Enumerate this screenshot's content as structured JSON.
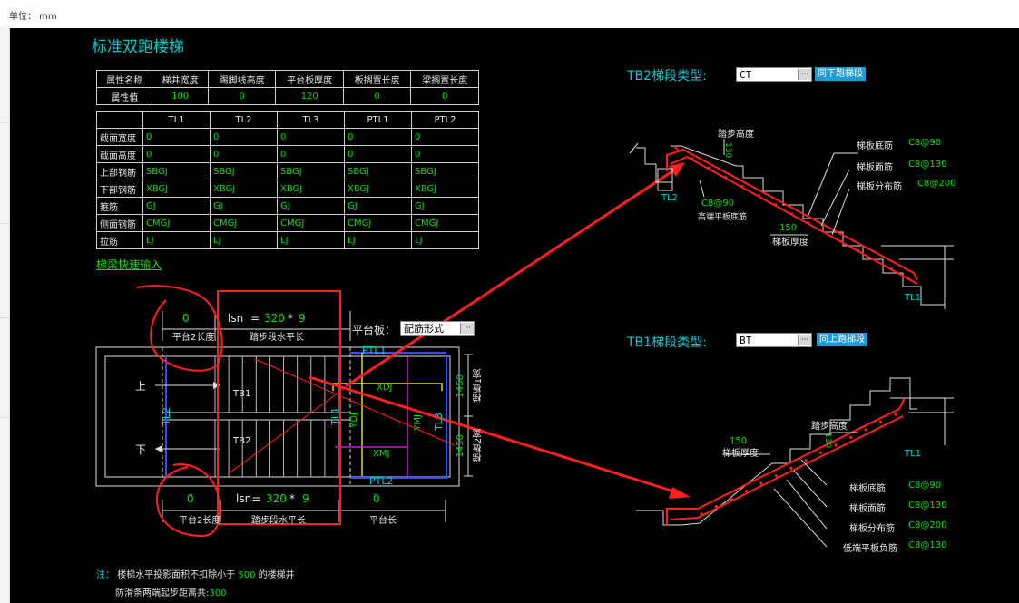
{
  "unit_label": "单位： mm",
  "title": "标准双跑楼梯",
  "attr_table": {
    "headers": [
      "属性名称",
      "梯井宽度",
      "踢脚线高度",
      "平台板厚度",
      "板搁置长度",
      "梁搁置长度"
    ],
    "row_label": "属性值",
    "values": [
      "100",
      "0",
      "120",
      "0",
      "0"
    ]
  },
  "beam_table": {
    "headers": [
      "",
      "TL1",
      "TL2",
      "TL3",
      "PTL1",
      "PTL2"
    ],
    "rows": [
      {
        "label": "截面宽度",
        "cells": [
          "0",
          "0",
          "0",
          "0",
          "0"
        ]
      },
      {
        "label": "截面高度",
        "cells": [
          "0",
          "0",
          "0",
          "0",
          "0"
        ]
      },
      {
        "label": "上部钢筋",
        "cells": [
          "SBGJ",
          "SBGJ",
          "SBGJ",
          "SBGJ",
          "SBGJ"
        ]
      },
      {
        "label": "下部钢筋",
        "cells": [
          "XBGJ",
          "XBGJ",
          "XBGJ",
          "XBGJ",
          "XBGJ"
        ]
      },
      {
        "label": "箍筋",
        "cells": [
          "GJ",
          "GJ",
          "GJ",
          "GJ",
          "GJ"
        ]
      },
      {
        "label": "侧面钢筋",
        "cells": [
          "CMGJ",
          "CMGJ",
          "CMGJ",
          "CMGJ",
          "CMGJ"
        ]
      },
      {
        "label": "拉筋",
        "cells": [
          "LJ",
          "LJ",
          "LJ",
          "LJ",
          "LJ"
        ]
      }
    ]
  },
  "quick_input_link": "梯梁快速输入",
  "plan": {
    "platform2_len_top": "0",
    "platform2_len_top_label": "平台2长度",
    "lsn_top_prefix": "lsn",
    "lsn_top_eq": "=",
    "lsn_top_value": "320",
    "lsn_top_mul": "*",
    "lsn_top_count": "9",
    "step_len_top_label": "踏步段水平长",
    "platform_plate_label": "平台板：",
    "platform_plate_value": "配筋形式",
    "up_label": "上",
    "down_label": "下",
    "tb1": "TB1",
    "tb2": "TB2",
    "tl1": "TL1",
    "tl2": "TL2",
    "tl3": "TL3",
    "ptl1": "PTL1",
    "ptl2": "PTL2",
    "xdj": "XDJ",
    "ydj": "YDJ",
    "xmj": "XMJ",
    "ymj": "YMJ",
    "w1_value": "1450",
    "w1_label": "梯板1宽",
    "w2_value": "1450",
    "w2_label": "梯板2宽",
    "platform2_len_bot": "0",
    "platform2_len_bot_label": "平台2长度",
    "lsn_bot_prefix": "lsn=",
    "lsn_bot_value": "320",
    "lsn_bot_mul": "*",
    "lsn_bot_count": "9",
    "step_len_bot_label": "踏步段水平长",
    "platform_len_value": "0",
    "platform_len_label": "平台长"
  },
  "tb2": {
    "label": "TB2梯段类型:",
    "value": "CT",
    "link_button": "同下跑梯段",
    "step_height": "踏步高度",
    "step_height_value": "130",
    "bottom_rebar_label": "梯板底筋",
    "bottom_rebar_value": "C8@90",
    "top_rebar_label": "梯板面筋",
    "top_rebar_value": "C8@130",
    "dist_rebar_label": "梯板分布筋",
    "dist_rebar_value": "C8@200",
    "high_plate_value": "C8@90",
    "high_plate_label": "高端平板底筋",
    "thickness_value": "150",
    "thickness_label": "梯板厚度",
    "tl2": "TL2",
    "tl1": "TL1"
  },
  "tb1": {
    "label": "TB1梯段类型:",
    "value": "BT",
    "link_button": "同上跑梯段",
    "step_height": "踏步高度",
    "step_height_value": "130",
    "thickness_value": "150",
    "thickness_label": "梯板厚度",
    "tl1": "TL1",
    "bottom_rebar_label": "梯板底筋",
    "bottom_rebar_value": "C8@90",
    "top_rebar_label": "梯板面筋",
    "top_rebar_value": "C8@130",
    "dist_rebar_label": "梯板分布筋",
    "dist_rebar_value": "C8@200",
    "low_plate_label": "低端平板负筋",
    "low_plate_value": "C8@130"
  },
  "notes": {
    "prefix": "注：",
    "line1_a": "楼梯水平投影面积不扣除小于",
    "line1_value": "500",
    "line1_b": "的楼梯井",
    "line2_a": "防滑条两端起步距离共:",
    "line2_value": "300"
  },
  "colors": {
    "canvas_bg": "#000000",
    "cyan": "#00ccdd",
    "green": "#00e000",
    "red": "#ff2020",
    "yellow": "#e0e000",
    "magenta": "#cc20cc",
    "blue": "#3050ff",
    "button_blue": "#1e9ad6"
  }
}
